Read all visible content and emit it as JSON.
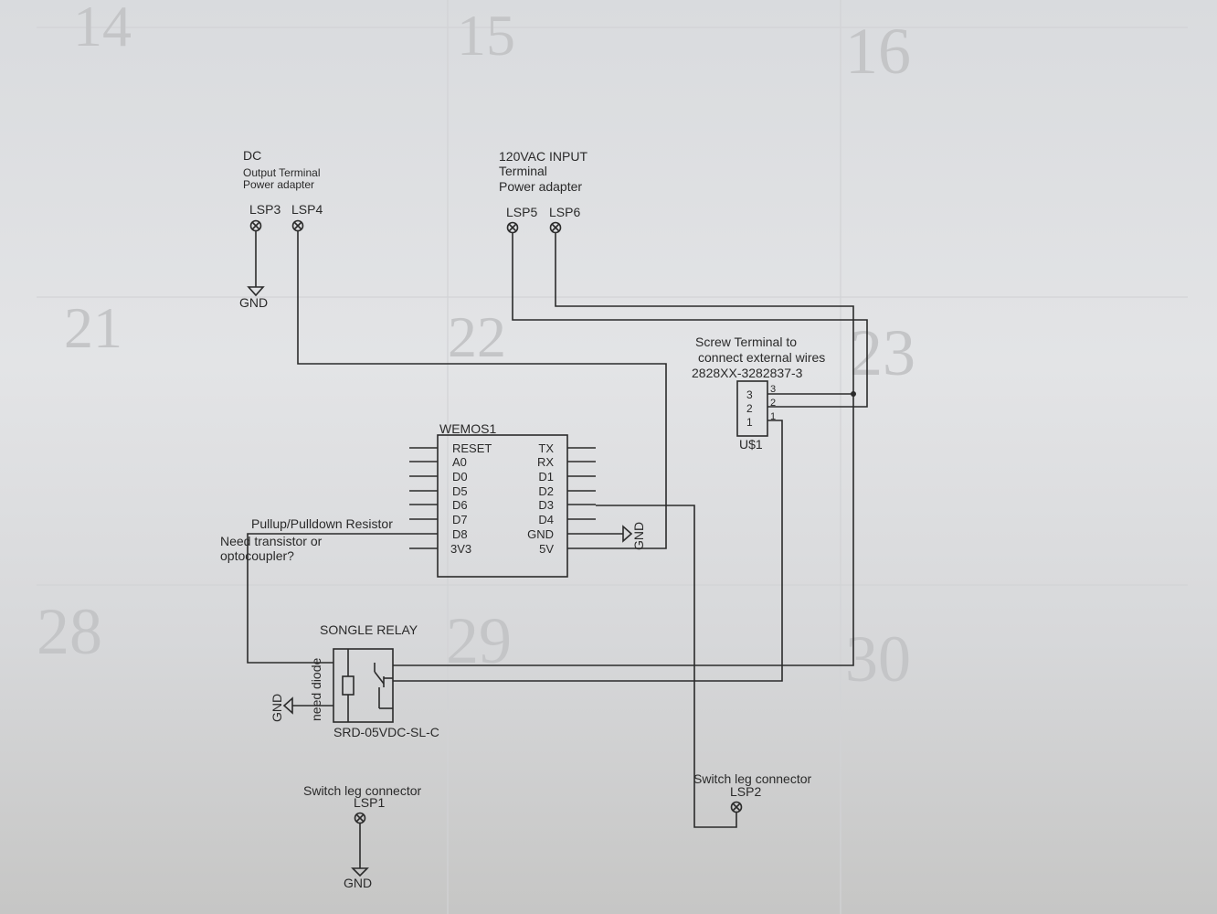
{
  "background_calendar": {
    "day_numbers": [
      "14",
      "15",
      "16",
      "21",
      "22",
      "23",
      "28",
      "29",
      "30"
    ]
  },
  "dc_adapter": {
    "title": "DC",
    "line1": "Output Terminal",
    "line2": "Power adapter",
    "pin_a": "LSP3",
    "pin_b": "LSP4",
    "gnd": "GND"
  },
  "ac_input": {
    "title": "120VAC INPUT",
    "line1": "Terminal",
    "line2": "Power adapter",
    "pin_a": "LSP5",
    "pin_b": "LSP6"
  },
  "screw_terminal": {
    "label1": "Screw Terminal to",
    "label2": "connect external wires",
    "part": "2828XX-3282837-3",
    "pins": [
      "3",
      "2",
      "1"
    ],
    "name": "U$1"
  },
  "wemos": {
    "name": "WEMOS1",
    "left_pins": [
      "RESET",
      "A0",
      "D0",
      "D5",
      "D6",
      "D7",
      "D8",
      "3V3"
    ],
    "right_pins": [
      "TX",
      "RX",
      "D1",
      "D2",
      "D3",
      "D4",
      "GND",
      "5V"
    ],
    "gnd": "GND"
  },
  "annotations": {
    "pullup": "Pullup/Pulldown Resistor",
    "transistor1": "Need transistor or",
    "transistor2": "optocoupler?",
    "diode": "need diode"
  },
  "relay": {
    "title": "SONGLE RELAY",
    "part": "SRD-05VDC-SL-C",
    "gnd": "GND"
  },
  "switch_leg_1": {
    "label": "Switch leg connector",
    "pin": "LSP1",
    "gnd": "GND"
  },
  "switch_leg_2": {
    "label": "Switch leg connector",
    "pin": "LSP2"
  }
}
